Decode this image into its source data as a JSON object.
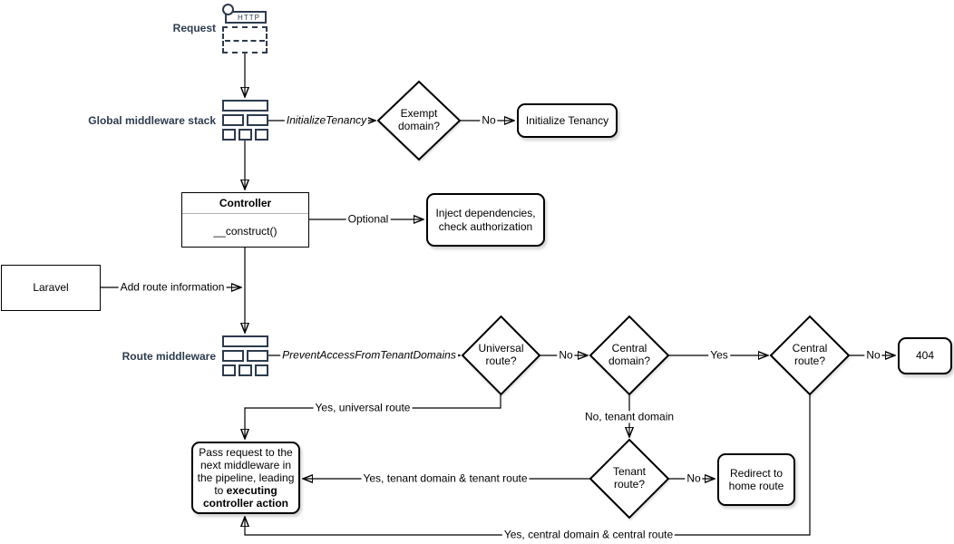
{
  "colors": {
    "accent": "#2d3b4f",
    "line": "#000000"
  },
  "request": {
    "label": "Request",
    "http": "HTTP"
  },
  "global_middleware": {
    "label": "Global middleware stack"
  },
  "route_middleware": {
    "label": "Route middleware"
  },
  "nodes": {
    "exempt_domain": "Exempt domain?",
    "initialize_tenancy": "Initialize Tenancy",
    "controller": {
      "title": "Controller",
      "method": "__construct()"
    },
    "inject_dependencies": "Inject dependencies, check authorization",
    "laravel": "Laravel",
    "universal_route": "Universal route?",
    "central_domain": "Central domain?",
    "central_route": "Central route?",
    "not_found": "404",
    "tenant_route": "Tenant route?",
    "redirect_home": "Redirect to home route",
    "pass_request": {
      "prefix": "Pass request to the next middleware in the pipeline, leading to",
      "bold": "executing controller action"
    }
  },
  "edges": {
    "initialize_tenancy_middleware": "InitializeTenancy",
    "exempt_no": "No",
    "optional": "Optional",
    "add_route_information": "Add route information",
    "prevent_access_middleware": "PreventAccessFromTenantDomains",
    "universal_no": "No",
    "central_domain_yes": "Yes",
    "central_route_no": "No",
    "universal_yes": "Yes, universal route",
    "central_domain_no": "No, tenant domain",
    "tenant_no": "No",
    "tenant_yes": "Yes, tenant domain & tenant route",
    "central_route_yes": "Yes, central domain & central route"
  }
}
